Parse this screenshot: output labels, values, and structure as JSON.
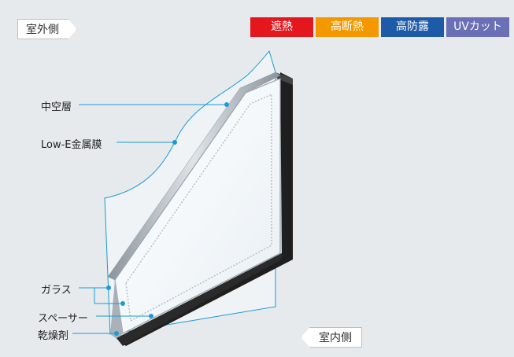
{
  "tags": {
    "outside": "室外側",
    "inside": "室内側"
  },
  "badges": [
    {
      "label": "遮熱",
      "color": "#e4171f"
    },
    {
      "label": "高断熱",
      "color": "#f39800"
    },
    {
      "label": "高防露",
      "color": "#1d5aa8"
    },
    {
      "label": "UVカット",
      "color": "#6b6fb5"
    }
  ],
  "labels": {
    "air_layer": "中空層",
    "lowe_film": "Low-E金属膜",
    "glass": "ガラス",
    "spacer": "スペーサー",
    "desiccant": "乾燥剤"
  },
  "colors": {
    "pointer": "#1a9ad6",
    "frame": "#1f1f1f"
  }
}
